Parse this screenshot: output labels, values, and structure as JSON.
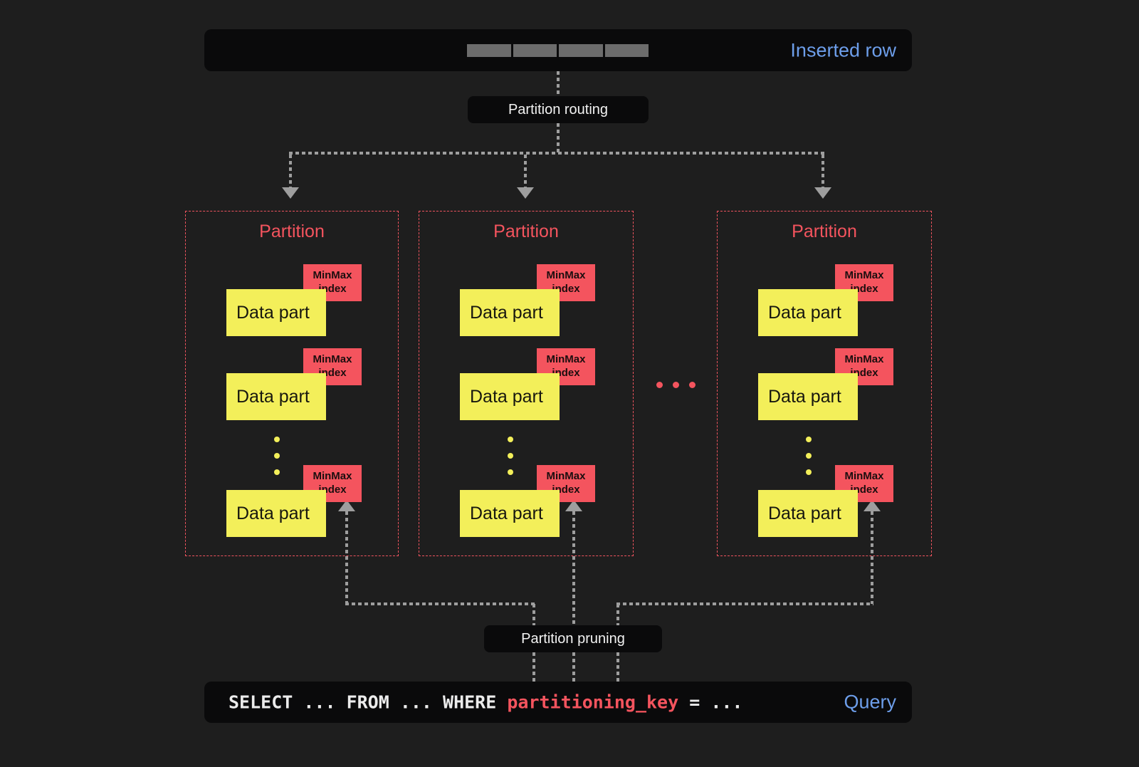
{
  "colors": {
    "background": "#1e1e1e",
    "panel": "#0a0a0b",
    "accent_blue": "#6d9eea",
    "accent_red": "#f4545e",
    "accent_yellow": "#f3ef5a",
    "line_gray": "#9e9e9e",
    "segment_gray": "#6c6c6c"
  },
  "inserted_row_bar": {
    "label": "Inserted row",
    "segments": 4
  },
  "routing_label": "Partition routing",
  "pruning_label": "Partition pruning",
  "partitions": [
    {
      "title": "Partition",
      "parts": [
        {
          "label": "Data part",
          "tag_line1": "MinMax",
          "tag_line2": "index"
        },
        {
          "label": "Data part",
          "tag_line1": "MinMax",
          "tag_line2": "index"
        },
        {
          "label": "Data part",
          "tag_line1": "MinMax",
          "tag_line2": "index"
        }
      ]
    },
    {
      "title": "Partition",
      "parts": [
        {
          "label": "Data part",
          "tag_line1": "MinMax",
          "tag_line2": "index"
        },
        {
          "label": "Data part",
          "tag_line1": "MinMax",
          "tag_line2": "index"
        },
        {
          "label": "Data part",
          "tag_line1": "MinMax",
          "tag_line2": "index"
        }
      ]
    },
    {
      "title": "Partition",
      "parts": [
        {
          "label": "Data part",
          "tag_line1": "MinMax",
          "tag_line2": "index"
        },
        {
          "label": "Data part",
          "tag_line1": "MinMax",
          "tag_line2": "index"
        },
        {
          "label": "Data part",
          "tag_line1": "MinMax",
          "tag_line2": "index"
        }
      ]
    }
  ],
  "query_bar": {
    "prefix": "SELECT ... FROM ... WHERE ",
    "highlight": "partitioning_key",
    "suffix": " = ...",
    "label": "Query"
  }
}
